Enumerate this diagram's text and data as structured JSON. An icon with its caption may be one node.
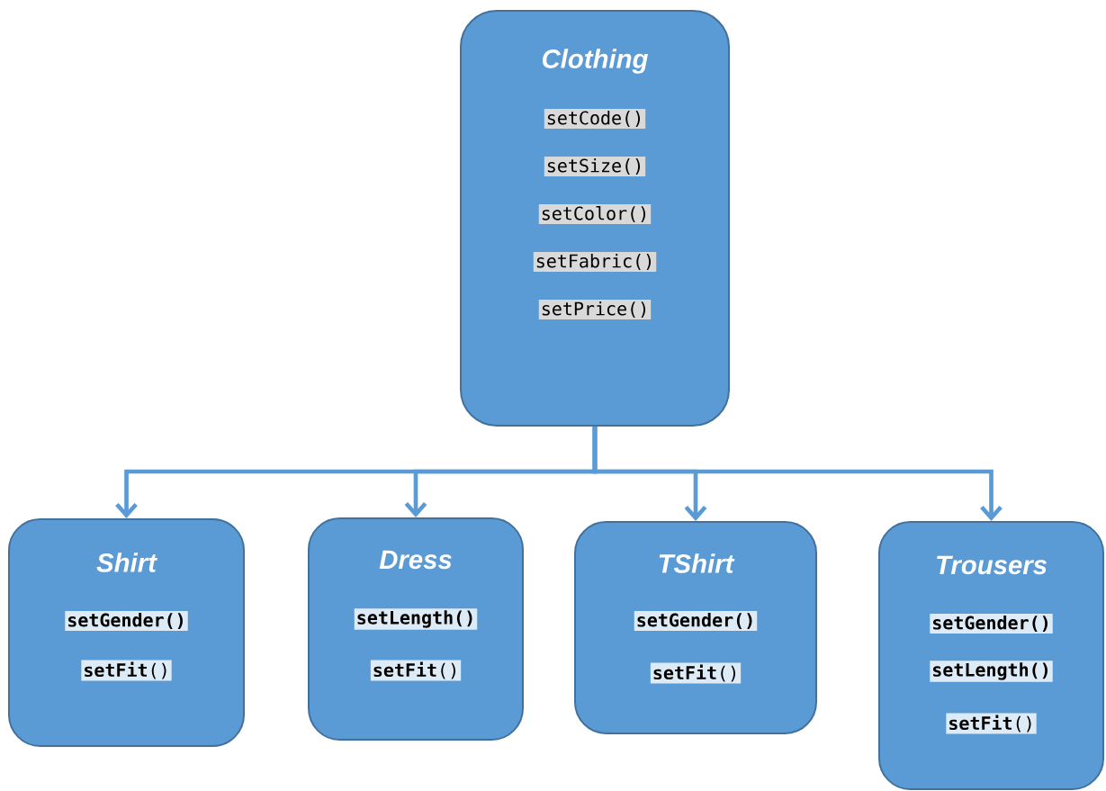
{
  "diagram": {
    "nodes": [
      {
        "text": [
          "Clothing",
          "setCode()",
          "setSize()",
          "setColor()",
          "setFabric()",
          "setPrice()"
        ]
      },
      {
        "text": [
          "Shirt",
          "**setGender()**",
          "**setFit**()"
        ]
      },
      {
        "text": [
          "Dress",
          "**setLength()**",
          "**setFit**()"
        ]
      },
      {
        "text": [
          "TShirt",
          "**setGender()**",
          "**setFit**()"
        ]
      },
      {
        "text": [
          "Trousers",
          "**setGender()**",
          "**setLength()**",
          "**setFit**()"
        ]
      }
    ],
    "edges": [
      {
        "from": 0,
        "to": 1,
        "arrow": "to"
      },
      {
        "from": 0,
        "to": 2,
        "arrow": "to"
      },
      {
        "from": 0,
        "to": 3,
        "arrow": "to"
      },
      {
        "from": 0,
        "to": 4,
        "arrow": "to"
      }
    ]
  }
}
